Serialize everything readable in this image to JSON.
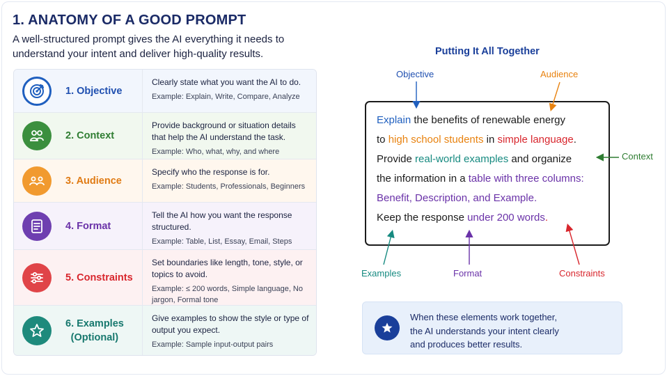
{
  "header": {
    "title": "1.  ANATOMY OF A GOOD PROMPT",
    "subtitle": "A well-structured prompt gives the AI everything it needs to understand your intent and deliver high-quality results."
  },
  "elements": [
    {
      "label": "1. Objective",
      "description": "Clearly state what you want the AI to do.",
      "example": "Example: Explain, Write, Compare, Analyze",
      "icon": "target-icon",
      "color": "#1f5fbf"
    },
    {
      "label": "2. Context",
      "description": "Provide background or situation details that help the AI understand the task.",
      "example": "Example: Who, what, why, and where",
      "icon": "people-context-icon",
      "color": "#3b8f3e"
    },
    {
      "label": "3. Audience",
      "description": "Specify who the response is for.",
      "example": "Example: Students, Professionals, Beginners",
      "icon": "audience-icon",
      "color": "#f19a2f"
    },
    {
      "label": "4. Format",
      "description": "Tell the AI how you want the response structured.",
      "example": "Example: Table, List, Essay, Email, Steps",
      "icon": "document-icon",
      "color": "#6e3fb0"
    },
    {
      "label": "5. Constraints",
      "description": "Set boundaries like length, tone, style, or topics to avoid.",
      "example": "Example: ≤ 200 words, Simple language, No jargon, Formal tone",
      "icon": "sliders-icon",
      "color": "#e04448"
    },
    {
      "label": "6. Examples",
      "label_line2": "(Optional)",
      "description": "Give examples to show the style or type of output you expect.",
      "example": "Example: Sample input-output pairs",
      "icon": "star-icon",
      "color": "#1e8a7c"
    }
  ],
  "together": {
    "title": "Putting It All Together",
    "callouts": {
      "objective": "Objective",
      "audience": "Audience",
      "context": "Context",
      "examples": "Examples",
      "format": "Format",
      "constraints": "Constraints"
    },
    "prompt": {
      "l1_a": "Explain",
      "l1_b": " the benefits of renewable energy",
      "l2_a": "to ",
      "l2_b": "high school students",
      "l2_c": " in ",
      "l2_d": "simple language",
      "l2_e": ".",
      "l3_a": "Provide ",
      "l3_b": "real-world examples",
      "l3_c": " and organize",
      "l4_a": "the information in a ",
      "l4_b": "table with three columns:",
      "l5_a": "Benefit, Description, and Example.",
      "l6_a": "Keep the response ",
      "l6_b": "under 200 words",
      "l6_c": "."
    }
  },
  "summary": {
    "line1": "When these elements work together,",
    "line2": "the AI understands your intent clearly",
    "line3": "and produces better results.",
    "icon": "star-icon"
  }
}
